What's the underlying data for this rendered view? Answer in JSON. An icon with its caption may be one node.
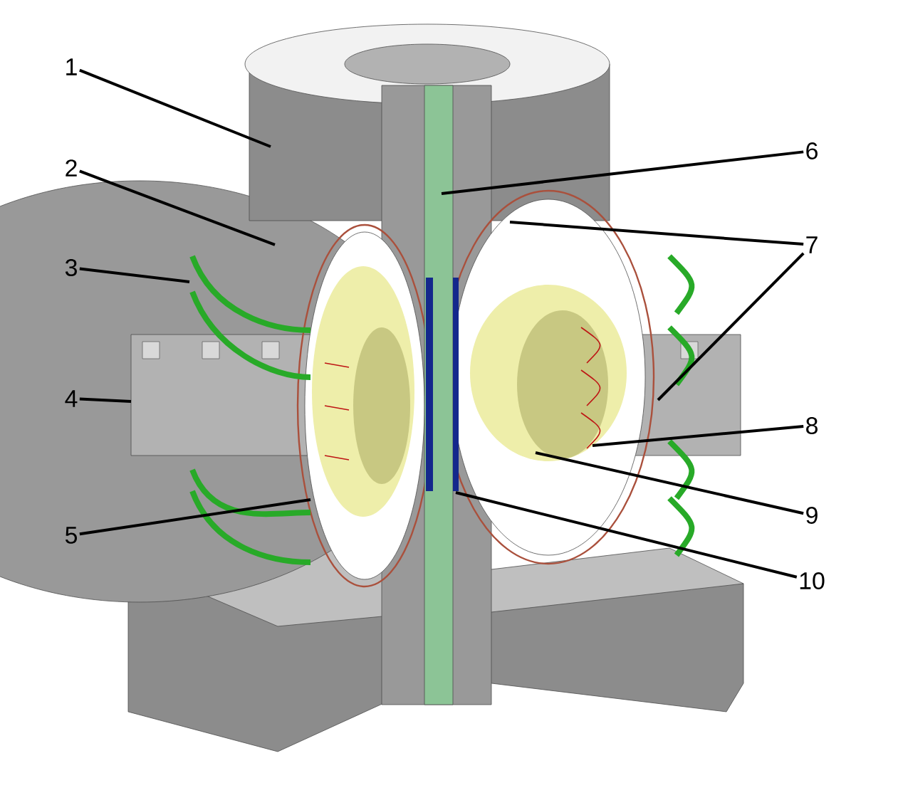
{
  "diagram": {
    "nodes": [
      {
        "text": [
          "1"
        ]
      },
      {
        "text": [
          "2"
        ]
      },
      {
        "text": [
          "3"
        ]
      },
      {
        "text": [
          "4"
        ]
      },
      {
        "text": [
          "5"
        ]
      },
      {
        "text": [
          "6"
        ]
      },
      {
        "text": [
          "7"
        ]
      },
      {
        "text": [
          "8"
        ]
      },
      {
        "text": [
          "9"
        ]
      },
      {
        "text": [
          "10"
        ]
      }
    ],
    "edges": [
      {
        "from": 0,
        "to": null,
        "arrow": "none"
      },
      {
        "from": 1,
        "to": null,
        "arrow": "none"
      },
      {
        "from": 2,
        "to": null,
        "arrow": "none"
      },
      {
        "from": 3,
        "to": null,
        "arrow": "none"
      },
      {
        "from": 4,
        "to": null,
        "arrow": "none"
      },
      {
        "from": 5,
        "to": null,
        "arrow": "none"
      },
      {
        "from": 6,
        "to": null,
        "arrow": "none"
      },
      {
        "from": 6,
        "to": null,
        "arrow": "none"
      },
      {
        "from": 7,
        "to": null,
        "arrow": "none"
      },
      {
        "from": 8,
        "to": null,
        "arrow": "none"
      },
      {
        "from": 9,
        "to": null,
        "arrow": "none"
      }
    ]
  }
}
